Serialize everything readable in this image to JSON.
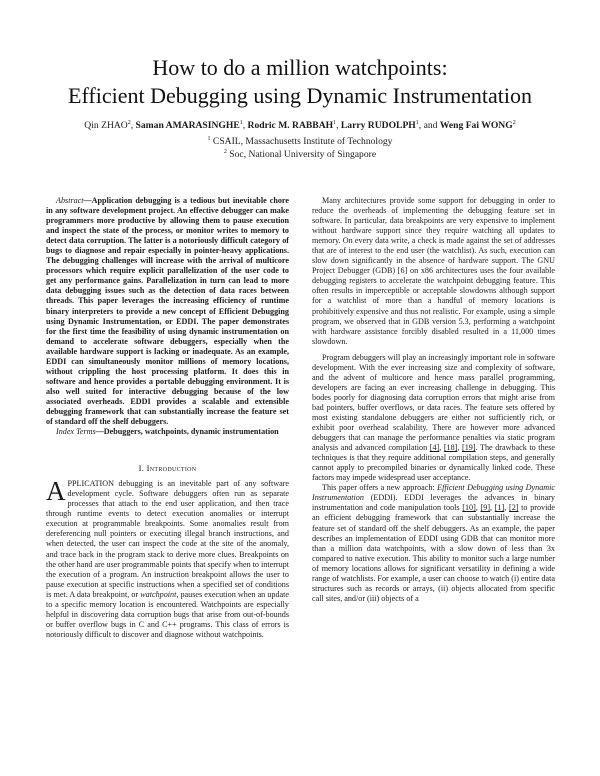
{
  "title": {
    "line1": "How to do a million watchpoints:",
    "line2": "Efficient Debugging using Dynamic Instrumentation"
  },
  "authors": {
    "a1_name": "Qin ZHAO",
    "a1_sup": "2",
    "a2_name": "Saman AMARASINGHE",
    "a2_sup": "1",
    "a3_name": "Rodric M. RABBAH",
    "a3_sup": "1",
    "a4_name": "Larry RUDOLPH",
    "a4_sup": "1",
    "a5_name": "Weng Fai WONG",
    "a5_sup": "2",
    "sep": ", ",
    "and": "and "
  },
  "affiliations": {
    "aff1_sup": "1",
    "aff1": "CSAIL, Massachusetts Institute of Technology",
    "aff2_sup": "2",
    "aff2": "Soc, National University of Singapore"
  },
  "abstract": {
    "label": "Abstract",
    "dash": "—",
    "text": "Application debugging is a tedious but inevitable chore in any software development project. An effective debugger can make programmers more productive by allowing them to pause execution and inspect the state of the process, or monitor writes to memory to detect data corruption. The latter is a notoriously difficult category of bugs to diagnose and repair especially in pointer-heavy applications. The debugging challenges will increase with the arrival of multicore processors which require explicit parallelization of the user code to get any performance gains. Parallelization in turn can lead to more data debugging issues such as the detection of data races between threads. This paper leverages the increasing efficiency of runtime binary interpreters to provide a new concept of Efficient Debugging using Dynamic Instrumentation, or EDDI. The paper demonstrates for the first time the feasibility of using dynamic instrumentation on demand to accelerate software debuggers, especially when the available hardware support is lacking or inadequate. As an example, EDDI can simultaneously monitor millions of memory locations, without crippling the host processing platform. It does this in software and hence provides a portable debugging environment. It is also well suited for interactive debugging because of the low associated overheads. EDDI provides a scalable and extensible debugging framework that can substantially increase the feature set of standard off the shelf debuggers."
  },
  "index_terms": {
    "label": "Index Terms",
    "dash": "—",
    "text": "Debuggers, watchpoints, dynamic instrumentation"
  },
  "intro": {
    "heading_num": "I. ",
    "heading_text": "Introduction",
    "dropcap": "A",
    "p1_first": "PPLICATION",
    "p1_rest": " debugging is an inevitable part of any software development cycle. Software debuggers often run as separate processes that attach to the end user application, and then trace through runtime events to detect execution anomalies or interrupt execution at programmable breakpoints. Some anomalies result from dereferencing null pointers or executing illegal branch instructions, and when detected, the user can inspect the code at the site of the anomaly, and trace back in the program stack to derive more clues. Breakpoints on the other hand are user programmable points that specify when to interrupt the execution of a program. An instruction breakpoint allows the user to pause execution at specific instructions when a specified set of conditions is met. A data breakpoint, or ",
    "p1_em": "watchpoint",
    "p1_end": ", pauses execution when an update to a specific memory location is encountered. Watchpoints are especially helpful in discovering data corruption bugs that arise from out-of-bounds or buffer overflow bugs in C and C++ programs. This class of errors is notoriously difficult to discover and diagnose without watchpoints."
  },
  "right": {
    "p1": "Many architectures provide some support for debugging in order to reduce the overheads of implementing the debugging feature set in software. In particular, data breakpoints are very expensive to implement without hardware support since they require watching all updates to memory. On every data write, a check is made against the set of addresses that are of interest to the end user (the watchlist). As such, execution can slow down significantly in the absence of hardware support. The GNU Project Debugger (GDB) [6] on x86 architectures uses the four available debugging registers to accelerate the watchpoint debugging feature. This often results in imperceptible or acceptable slowdowns although support for a watchlist of more than a handful of memory locations is prohibitively expensive and thus not realistic. For example, using a simple program, we observed that in GDB version 5.3, performing a watchpoint with hardware assistance forcibly disabled resulted in a 11,000 times slowdown.",
    "p2_a": "Program debuggers will play an increasingly important role in software development. With the ever increasing size and complexity of software, and the advent of multicore and hence mass parallel programming, developers are facing an ever increasing challenge in debugging. This bodes poorly for diagnosing data corruption errors that might arise from bad pointers, buffer overflows, or data races. The feature sets offered by most existing standalone debuggers are either not sufficiently rich, or exhibit poor overhead scalability. There are however more advanced debuggers that can manage the performance penalties via static program analysis and advanced compilation ",
    "p2_ref1": "[4]",
    "p2_ref2": "[18]",
    "p2_ref3": "[19]",
    "p2_b": ". The drawback to these techniques is that they require additional compilation steps, and generally cannot apply to precompiled binaries or dynamically linked code. These factors may impede widespread user acceptance.",
    "p3_a": "This paper offers a new approach: ",
    "p3_em": "Efficient Debugging using Dynamic Instrumentation",
    "p3_b": " (EDDI). EDDI leverages the advances in binary instrumentation and code manipulation tools ",
    "p3_ref1": "[10]",
    "p3_ref2": "[9]",
    "p3_ref3": "[1]",
    "p3_ref4": "[2]",
    "p3_c": " to provide an efficient debugging framework that can substantially increase the feature set of standard off the shelf debuggers. As an example, the paper describes an implementation of EDDI using GDB that can monitor more than a million data watchpoints, with a slow down of less than 3x compared to native execution. This ability to monitor such a large number of memory locations allows for significant versatility in defining a wide range of watchlists. For example, a user can choose to watch (i) entire data structures such as records or arrays, (ii) objects allocated from specific call sites, and/or (iii) objects of a",
    "ref_sep": ", "
  }
}
